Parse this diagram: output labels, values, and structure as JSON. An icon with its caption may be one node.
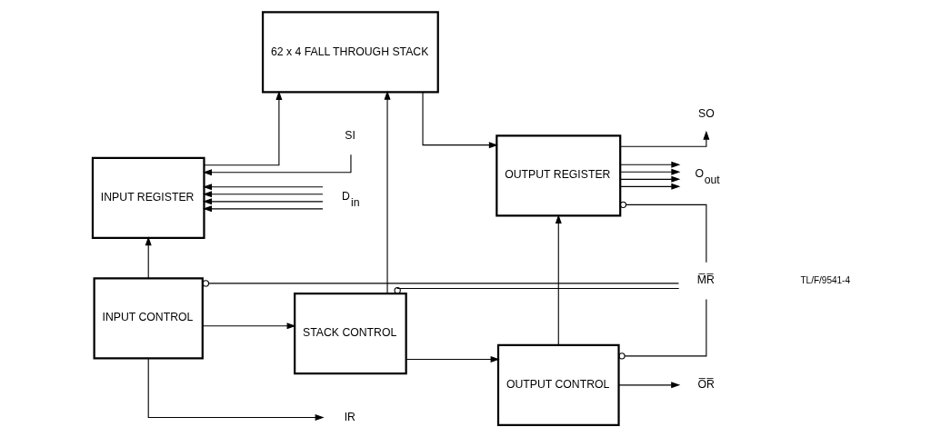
{
  "diagram": {
    "nodes": [
      {
        "text": [
          "INPUT REGISTER"
        ]
      },
      {
        "text": [
          "62 x 4 FALL THROUGH STACK"
        ]
      },
      {
        "text": [
          "OUTPUT REGISTER"
        ]
      },
      {
        "text": [
          "INPUT CONTROL"
        ]
      },
      {
        "text": [
          "STACK CONTROL"
        ]
      },
      {
        "text": [
          "OUTPUT CONTROL"
        ]
      },
      {
        "text": [
          "SI"
        ]
      },
      {
        "text": [
          "D$_{in}$"
        ]
      },
      {
        "text": [
          "SO"
        ]
      },
      {
        "text": [
          "O$_{out}$"
        ]
      },
      {
        "text": [
          "IR"
        ]
      },
      {
        "text": [
          "O̅R̅"
        ]
      },
      {
        "text": [
          "M̅R̅"
        ]
      }
    ],
    "edges": [
      {
        "from": 6,
        "to": 0,
        "arrow": "to"
      },
      {
        "from": 7,
        "to": 0,
        "arrow": "to"
      },
      {
        "from": 7,
        "to": 0,
        "arrow": "to"
      },
      {
        "from": 7,
        "to": 0,
        "arrow": "to"
      },
      {
        "from": 7,
        "to": 0,
        "arrow": "to"
      },
      {
        "from": 0,
        "to": 1,
        "arrow": "to"
      },
      {
        "from": 1,
        "to": 2,
        "arrow": "to"
      },
      {
        "from": 2,
        "to": 8,
        "arrow": "to"
      },
      {
        "from": 2,
        "to": 9,
        "arrow": "to"
      },
      {
        "from": 2,
        "to": 9,
        "arrow": "to"
      },
      {
        "from": 2,
        "to": 9,
        "arrow": "to"
      },
      {
        "from": 2,
        "to": 9,
        "arrow": "to"
      },
      {
        "from": 3,
        "to": 0,
        "arrow": "to"
      },
      {
        "from": 4,
        "to": 1,
        "arrow": "to"
      },
      {
        "from": 5,
        "to": 2,
        "arrow": "to"
      },
      {
        "from": 3,
        "to": 10,
        "arrow": "to"
      },
      {
        "from": 3,
        "to": 4,
        "arrow": "to"
      },
      {
        "from": 4,
        "to": 5,
        "arrow": "to"
      },
      {
        "from": 5,
        "to": 11,
        "arrow": "to"
      },
      {
        "from": 12,
        "to": 2,
        "arrow": "other"
      },
      {
        "from": 12,
        "to": 3,
        "arrow": "other"
      },
      {
        "from": 12,
        "to": 4,
        "arrow": "other"
      },
      {
        "from": 12,
        "to": 5,
        "arrow": "other"
      }
    ],
    "labels": [
      "TL/F/9541-4"
    ]
  }
}
